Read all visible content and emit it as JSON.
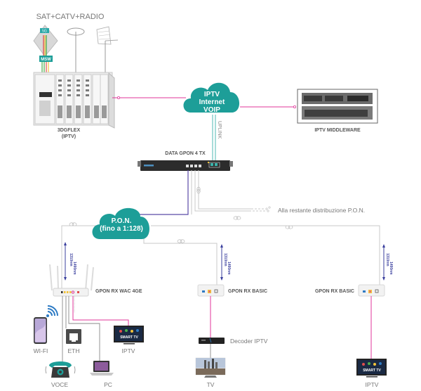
{
  "title": "SAT+CATV+RADIO",
  "colors": {
    "cloud": "#1d9e98",
    "iptv_line": "#e0359a",
    "fiber_line": "#c8c8c8",
    "pon_line": "#5a4aa8",
    "uplink_line": "#3bb3ab",
    "wavelength": "#3a3f9e"
  },
  "head_end": {
    "label_line1": "3DGFLEX",
    "label_line2": "(IPTV)",
    "switch_label": "MSW",
    "dish_label": "5G"
  },
  "cloud_services": {
    "line1": "IPTV",
    "line2": "Internet",
    "line3": "VOIP",
    "uplink_label": "UPLINK"
  },
  "middleware": {
    "label": "IPTV MIDDLEWARE"
  },
  "olt": {
    "label": "DATA GPON 4 TX"
  },
  "pon_cloud": {
    "line1": "P.O.N.",
    "line2": "(fino a 1:128)"
  },
  "remaining_distribution": "Alla restante distribuzione P.O.N.",
  "wavelengths": {
    "up": "1310nm",
    "down": "1490nm"
  },
  "onts": [
    {
      "label": "GPON RX WAC 4GE"
    },
    {
      "label": "GPON RX BASIC"
    },
    {
      "label": "GPON RX BASIC"
    }
  ],
  "endpoints": {
    "wifi": "WI-FI",
    "eth": "ETH",
    "iptv1": "IPTV",
    "voce": "VOCE",
    "pc": "PC",
    "decoder": "Decoder IPTV",
    "tv": "TV",
    "iptv2": "IPTV",
    "smart_tv_text": "SMART TV"
  }
}
